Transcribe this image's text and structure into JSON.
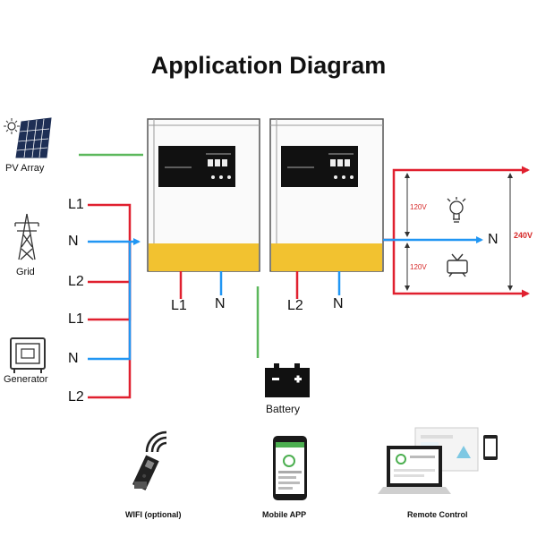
{
  "title": "Application Diagram",
  "sources": {
    "pv": "PV Array",
    "grid": "Grid",
    "generator": "Generator"
  },
  "inputs": {
    "grid": [
      "L1",
      "N",
      "L2"
    ],
    "generator": [
      "L1",
      "N",
      "L2"
    ]
  },
  "inverter_outputs": {
    "left": [
      "L1",
      "N"
    ],
    "right": [
      "L2",
      "N"
    ]
  },
  "load": {
    "neutral": "N",
    "upper_voltage": "120V",
    "lower_voltage": "120V",
    "total_voltage": "240V",
    "upper_icon": "lightbulb-icon",
    "lower_icon": "tv-icon"
  },
  "battery": "Battery",
  "accessories": {
    "wifi": "WIFI (optional)",
    "mobile": "Mobile APP",
    "remote": "Remote Control"
  },
  "colors": {
    "line": "#e0202f",
    "neutral": "#2196f3",
    "pv": "#5cb85c",
    "inverter_base": "#f2c230",
    "screen": "#111111"
  }
}
